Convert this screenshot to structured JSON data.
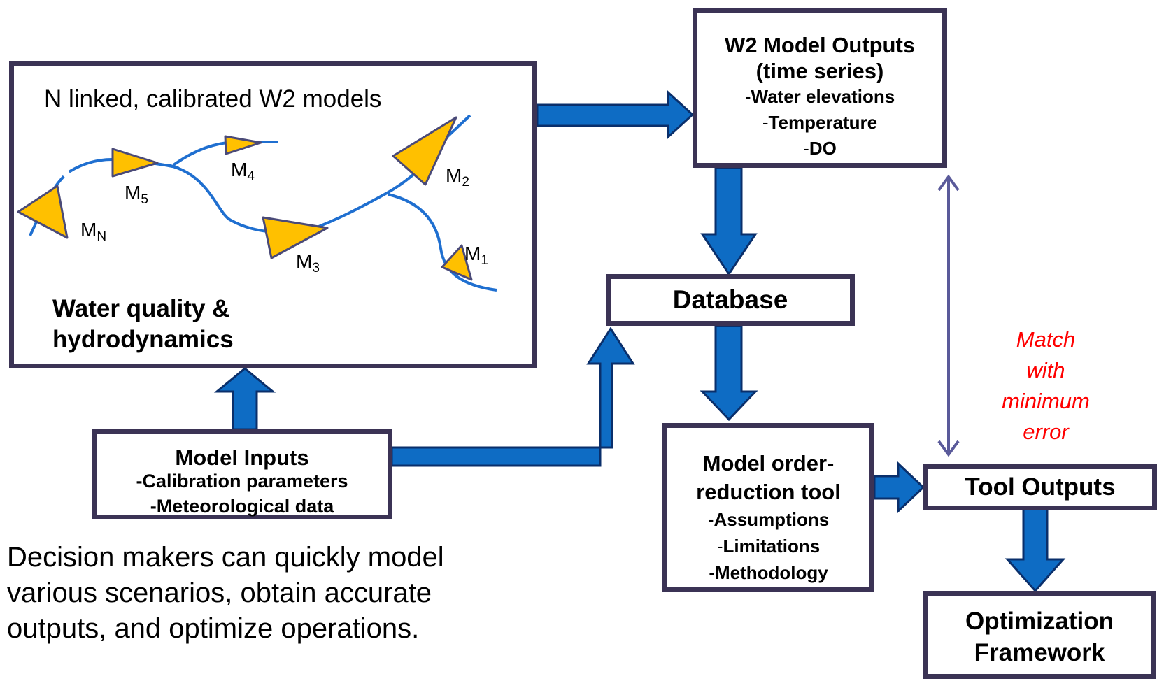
{
  "colors": {
    "arrow_fill": "#0e6cc4",
    "arrow_stroke": "#0a2f6b",
    "box_border": "#3b3355",
    "river": "#1f6fd0",
    "triangle_fill": "#ffc000",
    "triangle_stroke": "#4a4a78",
    "match_text": "#ff0000",
    "thin_arrow": "#5a5a9a"
  },
  "models_box": {
    "title": "N linked, calibrated W2 models",
    "caption_line1": "Water quality &",
    "caption_line2": "hydrodynamics",
    "models": [
      {
        "letter": "M",
        "sub": "N"
      },
      {
        "letter": "M",
        "sub": "5"
      },
      {
        "letter": "M",
        "sub": "4"
      },
      {
        "letter": "M",
        "sub": "3"
      },
      {
        "letter": "M",
        "sub": "2"
      },
      {
        "letter": "M",
        "sub": "1"
      }
    ]
  },
  "w2_outputs": {
    "title_line1": "W2 Model Outputs",
    "title_line2": "(time series)",
    "items": [
      "Water elevations",
      "Temperature",
      "DO"
    ],
    "dash": "-"
  },
  "database": {
    "label": "Database"
  },
  "model_inputs": {
    "title": "Model Inputs",
    "items": [
      "-Calibration parameters",
      "-Meteorological data"
    ]
  },
  "reduction_tool": {
    "title_line1": "Model order-",
    "title_line2": "reduction tool",
    "items": [
      "Assumptions",
      "Limitations",
      "Methodology"
    ],
    "dash": "-"
  },
  "tool_outputs": {
    "label": "Tool Outputs"
  },
  "optimization": {
    "line1": "Optimization",
    "line2": "Framework"
  },
  "match_note": {
    "lines": [
      "Match",
      "with",
      "minimum",
      "error"
    ]
  },
  "decision_text": {
    "lines": [
      "Decision makers can quickly model",
      "various scenarios, obtain accurate",
      "outputs, and optimize operations."
    ]
  }
}
